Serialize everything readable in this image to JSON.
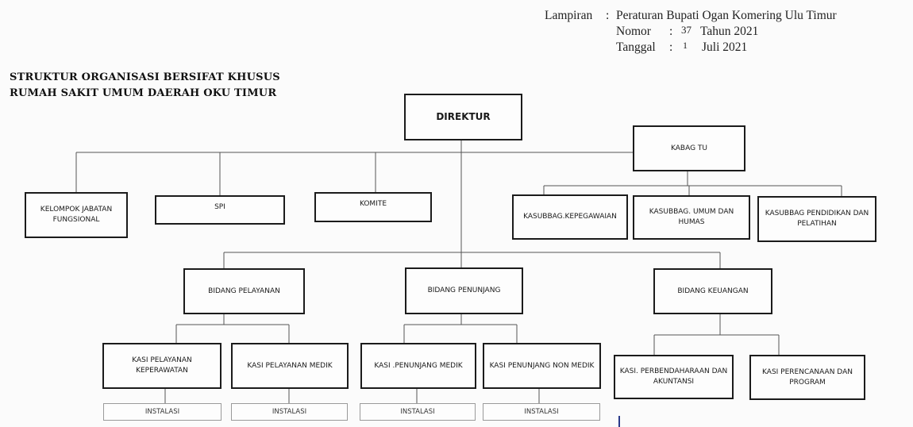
{
  "lampiran": {
    "label1": "Lampiran",
    "sep1": ":",
    "value1": "Peraturan Bupati Ogan Komering Ulu Timur",
    "label2": "Nomor",
    "sep2": ":",
    "num2": "37",
    "value2": "Tahun 2021",
    "label3": "Tanggal",
    "sep3": ":",
    "num3": "1",
    "value3": "Juli 2021"
  },
  "heading": {
    "line1": "STRUKTUR ORGANISASI BERSIFAT KHUSUS",
    "line2": "RUMAH SAKIT UMUM DAERAH OKU TIMUR"
  },
  "nodes": {
    "direktur": "DIREKTUR",
    "kabag_tu": "KABAG TU",
    "kjf": "KELOMPOK JABATAN FUNGSIONAL",
    "spi": "SPI",
    "komite": "KOMITE",
    "kasubbag_kepegawaian": "KASUBBAG.KEPEGAWAIAN",
    "kasubbag_umum": "KASUBBAG. UMUM DAN HUMAS",
    "kasubbag_pendidikan": "KASUBBAG PENDIDIKAN DAN PELATIHAN",
    "bidang_pelayanan": "BIDANG PELAYANAN",
    "bidang_penunjang": "BIDANG  PENUNJANG",
    "bidang_keuangan": "BIDANG  KEUANGAN",
    "kasi_keperawatan": "KASI PELAYANAN KEPERAWATAN",
    "kasi_medik": "KASI PELAYANAN MEDIK",
    "kasi_penunjang_medik": "KASI .PENUNJANG MEDIK",
    "kasi_penunjang_non_medik": "KASI  PENUNJANG NON MEDIK",
    "kasi_perbendaharaan": "KASI. PERBENDAHARAAN DAN AKUNTANSI",
    "kasi_perencanaan": "KASI PERENCANAAN DAN PROGRAM"
  },
  "instalasi": [
    "INSTALASI",
    "INSTALASI",
    "INSTALASI",
    "INSTALASI"
  ]
}
